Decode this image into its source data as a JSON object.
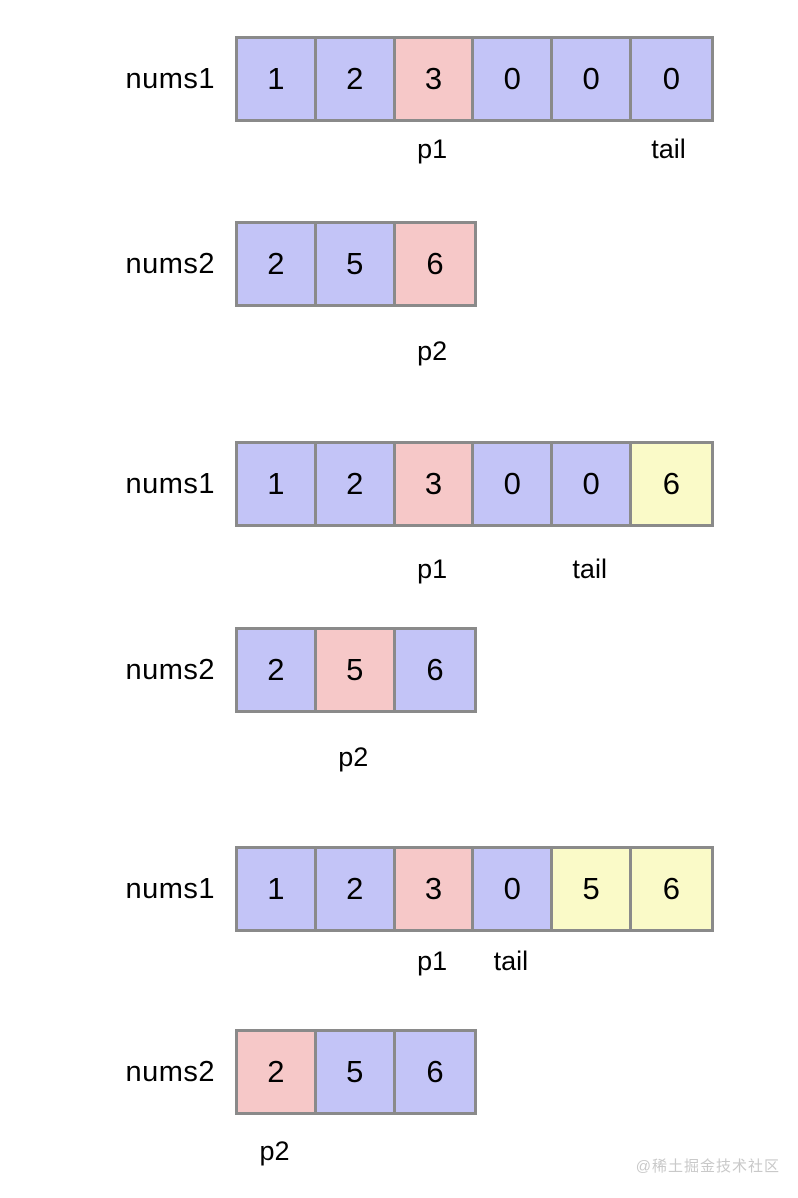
{
  "diagram": {
    "title": "merge-sorted-array-pointer-walkthrough",
    "colors": {
      "blue": "#c3c4f7",
      "pink": "#f6c8c8",
      "yellow": "#fafac8",
      "border": "#8a8a8a",
      "background": "#ffffff",
      "text": "#000000",
      "watermark": "#c9c9c9"
    },
    "watermark": "@稀土掘金技术社区",
    "steps": [
      {
        "id": "step-1",
        "rows": [
          {
            "label": "nums1",
            "cells": [
              {
                "value": "1",
                "color": "blue"
              },
              {
                "value": "2",
                "color": "blue"
              },
              {
                "value": "3",
                "color": "pink"
              },
              {
                "value": "0",
                "color": "blue"
              },
              {
                "value": "0",
                "color": "blue"
              },
              {
                "value": "0",
                "color": "blue"
              }
            ],
            "pointers": [
              {
                "label": "p1",
                "index": 2
              },
              {
                "label": "tail",
                "index": 5
              }
            ]
          },
          {
            "label": "nums2",
            "cells": [
              {
                "value": "2",
                "color": "blue"
              },
              {
                "value": "5",
                "color": "blue"
              },
              {
                "value": "6",
                "color": "pink"
              }
            ],
            "pointers": [
              {
                "label": "p2",
                "index": 2
              }
            ]
          }
        ]
      },
      {
        "id": "step-2",
        "rows": [
          {
            "label": "nums1",
            "cells": [
              {
                "value": "1",
                "color": "blue"
              },
              {
                "value": "2",
                "color": "blue"
              },
              {
                "value": "3",
                "color": "pink"
              },
              {
                "value": "0",
                "color": "blue"
              },
              {
                "value": "0",
                "color": "blue"
              },
              {
                "value": "6",
                "color": "yellow"
              }
            ],
            "pointers": [
              {
                "label": "p1",
                "index": 2
              },
              {
                "label": "tail",
                "index": 4
              }
            ]
          },
          {
            "label": "nums2",
            "cells": [
              {
                "value": "2",
                "color": "blue"
              },
              {
                "value": "5",
                "color": "pink"
              },
              {
                "value": "6",
                "color": "blue"
              }
            ],
            "pointers": [
              {
                "label": "p2",
                "index": 1
              }
            ]
          }
        ]
      },
      {
        "id": "step-3",
        "rows": [
          {
            "label": "nums1",
            "cells": [
              {
                "value": "1",
                "color": "blue"
              },
              {
                "value": "2",
                "color": "blue"
              },
              {
                "value": "3",
                "color": "pink"
              },
              {
                "value": "0",
                "color": "blue"
              },
              {
                "value": "5",
                "color": "yellow"
              },
              {
                "value": "6",
                "color": "yellow"
              }
            ],
            "pointers": [
              {
                "label": "p1",
                "index": 2
              },
              {
                "label": "tail",
                "index": 3
              }
            ]
          },
          {
            "label": "nums2",
            "cells": [
              {
                "value": "2",
                "color": "pink"
              },
              {
                "value": "5",
                "color": "blue"
              },
              {
                "value": "6",
                "color": "blue"
              }
            ],
            "pointers": [
              {
                "label": "p2",
                "index": 0
              }
            ]
          }
        ]
      }
    ]
  }
}
